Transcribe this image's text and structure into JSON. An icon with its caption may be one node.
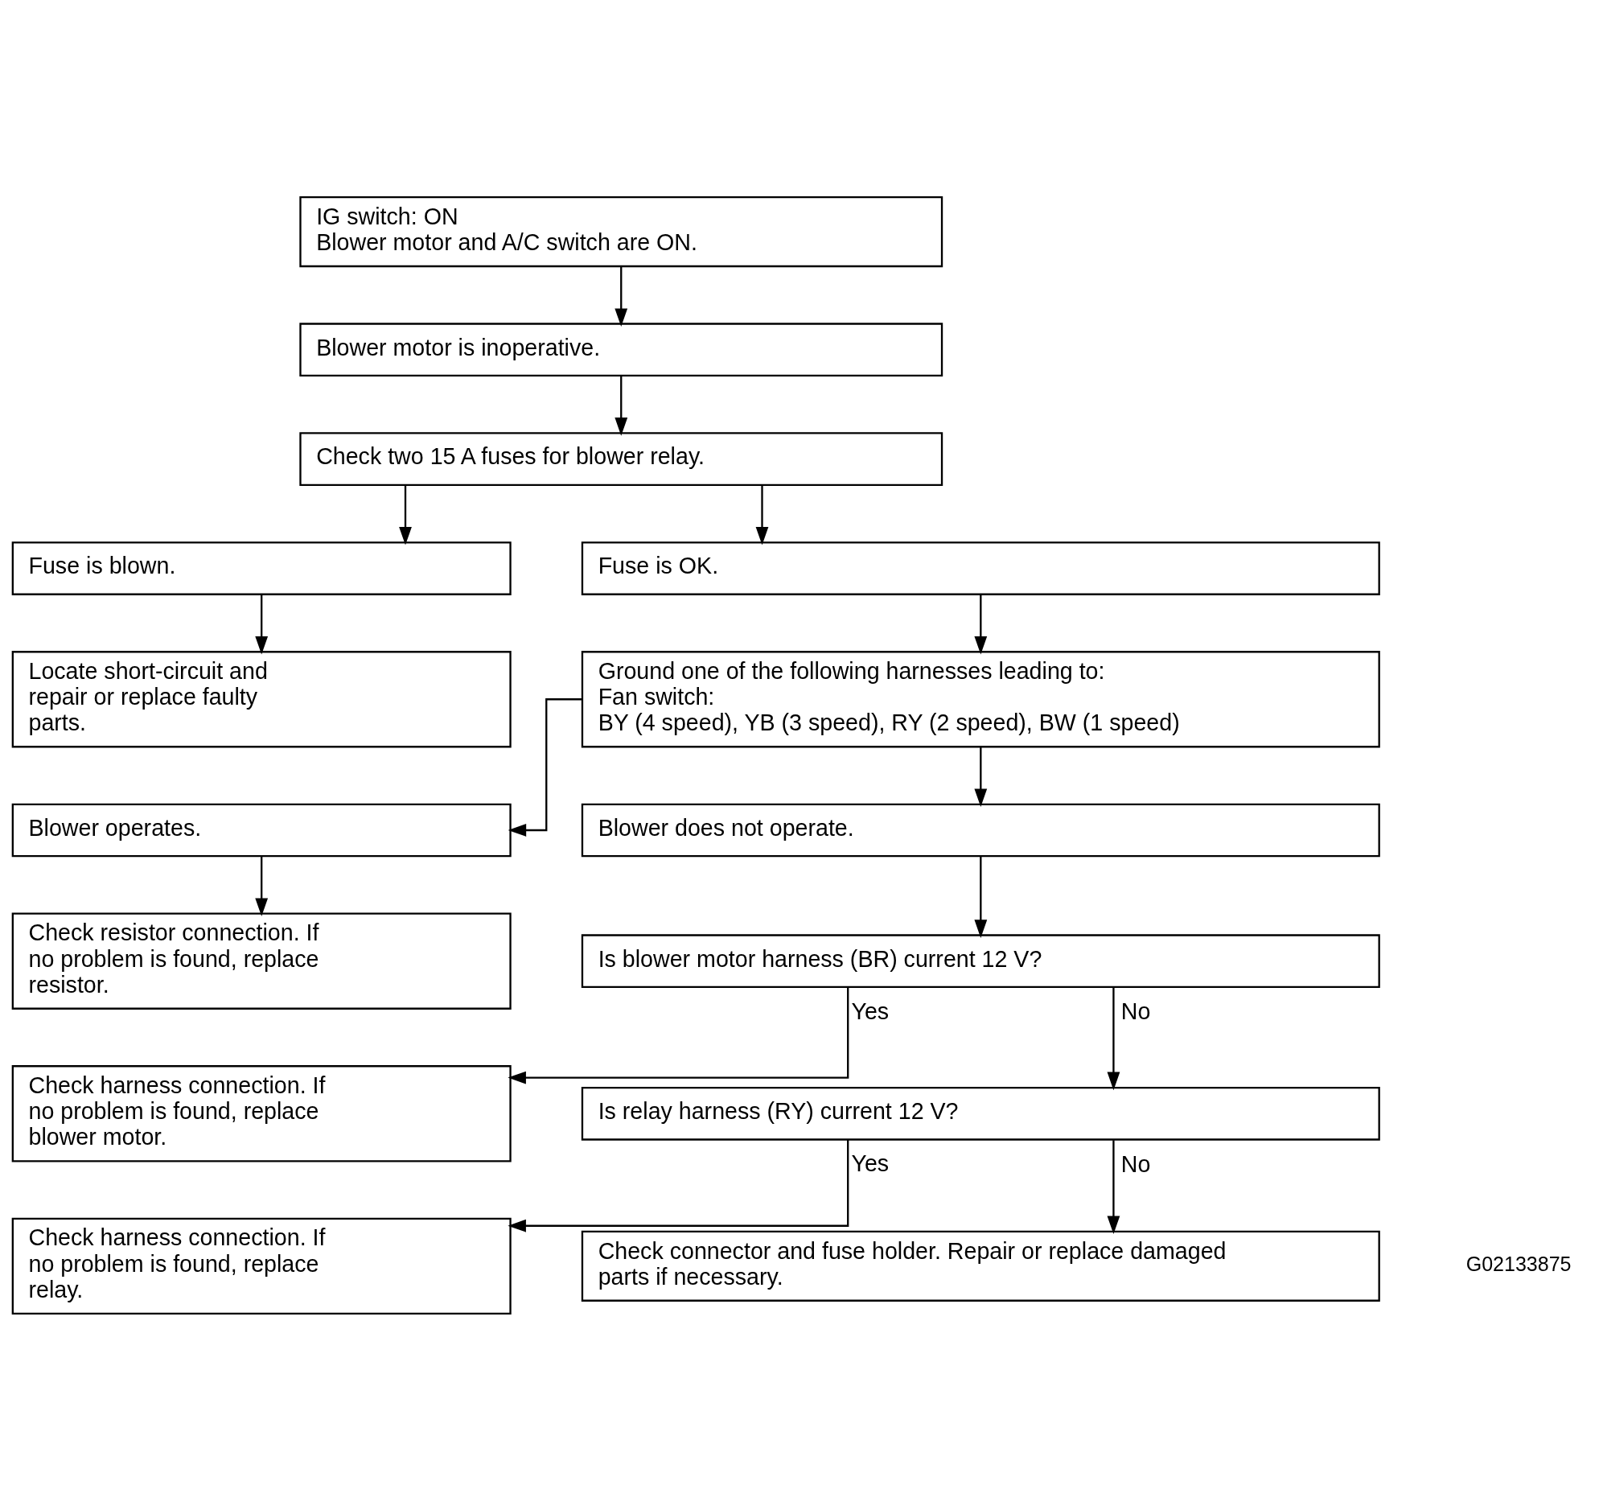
{
  "diagram": {
    "nodes": [
      {
        "text": [
          "IG switch: ON",
          "Blower motor and A/C switch are ON."
        ]
      },
      {
        "text": [
          "Blower motor is inoperative."
        ]
      },
      {
        "text": [
          "Check two 15 A fuses for blower relay."
        ]
      },
      {
        "text": [
          "Fuse is blown."
        ]
      },
      {
        "text": [
          "Fuse is OK."
        ]
      },
      {
        "text": [
          "Locate short-circuit and repair or replace faulty parts."
        ]
      },
      {
        "text": [
          "Ground one of the following harnesses leading to:",
          "Fan switch:",
          "BY (4 speed), YB (3 speed), RY (2 speed), BW (1 speed)"
        ]
      },
      {
        "text": [
          "Blower operates."
        ]
      },
      {
        "text": [
          "Blower does not operate."
        ]
      },
      {
        "text": [
          "Check resistor connection. If no problem is found, replace resistor."
        ]
      },
      {
        "text": [
          "Is blower motor harness (BR) current 12 V?"
        ]
      },
      {
        "text": [
          "Check harness connection. If no problem is found, replace blower motor."
        ]
      },
      {
        "text": [
          "Is relay harness (RY) current 12 V?"
        ]
      },
      {
        "text": [
          "Check connector and fuse holder. Repair or replace damaged parts if necessary."
        ]
      },
      {
        "text": [
          "Check harness connection. If no problem is found, replace relay."
        ]
      }
    ],
    "edges": [
      {
        "from": 0,
        "to": 1,
        "arrow": "to"
      },
      {
        "from": 1,
        "to": 2,
        "arrow": "to"
      },
      {
        "from": 2,
        "to": 3,
        "arrow": "to"
      },
      {
        "from": 2,
        "to": 4,
        "arrow": "to"
      },
      {
        "from": 3,
        "to": 5,
        "arrow": "to"
      },
      {
        "from": 4,
        "to": 6,
        "arrow": "to"
      },
      {
        "from": 6,
        "to": 7,
        "arrow": "to"
      },
      {
        "from": 6,
        "to": 8,
        "arrow": "to"
      },
      {
        "from": 7,
        "to": 9,
        "arrow": "to"
      },
      {
        "from": 8,
        "to": 10,
        "arrow": "to"
      },
      {
        "from": 10,
        "to": 11,
        "arrow": "to",
        "label": "Yes"
      },
      {
        "from": 10,
        "to": 12,
        "arrow": "to",
        "label": "No"
      },
      {
        "from": 12,
        "to": 14,
        "arrow": "to",
        "label": "Yes"
      },
      {
        "from": 12,
        "to": 13,
        "arrow": "to",
        "label": "No"
      }
    ],
    "labels": [
      "G02133875"
    ]
  }
}
